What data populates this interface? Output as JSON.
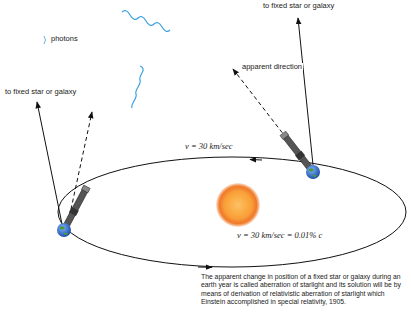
{
  "diagram": {
    "caption": "The apparent change in position of a fixed star or galaxy during an earth year is called aberration of starlight and its solution will be by means of derivation of relativistic aberration of starlight which Einstein accomplished in special relativity, 1905.",
    "labels": [
      "to fixed star or galaxy",
      "photons",
      "apparent direction",
      "to fixed star or galaxy",
      "v = 30 km/sec",
      "v = 30 km/sec = 0.01% c"
    ]
  }
}
